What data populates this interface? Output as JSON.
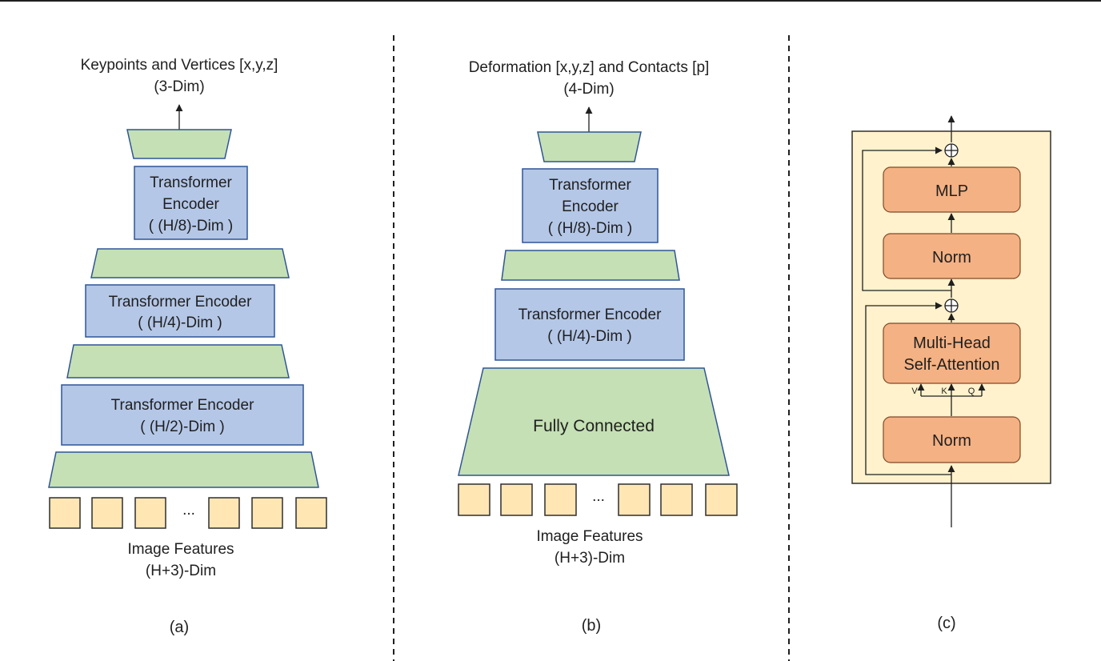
{
  "panel_a": {
    "output_title": "Keypoints and Vertices [x,y,z]",
    "output_dim": "(3-Dim)",
    "enc_top": [
      "Transformer",
      "Encoder",
      "( (H/8)-Dim )"
    ],
    "enc_mid": [
      "Transformer Encoder",
      "( (H/4)-Dim )"
    ],
    "enc_bot": [
      "Transformer Encoder",
      "( (H/2)-Dim )"
    ],
    "ellipsis": "...",
    "input_label": "Image Features",
    "input_dim": "(H+3)-Dim",
    "caption": "(a)"
  },
  "panel_b": {
    "output_title": "Deformation [x,y,z] and Contacts [p]",
    "output_dim": "(4-Dim)",
    "enc_top": [
      "Transformer",
      "Encoder",
      "( (H/8)-Dim )"
    ],
    "enc_mid": [
      "Transformer Encoder",
      "( (H/4)-Dim )"
    ],
    "fc_label": "Fully Connected",
    "ellipsis": "...",
    "input_label": "Image Features",
    "input_dim": "(H+3)-Dim",
    "caption": "(b)"
  },
  "panel_c": {
    "mlp_label": "MLP",
    "norm_top_label": "Norm",
    "attn_label": [
      "Multi-Head",
      "Self-Attention"
    ],
    "norm_bottom_label": "Norm",
    "v_label": "V",
    "k_label": "K",
    "q_label": "Q",
    "caption": "(c)"
  },
  "colors": {
    "encoder_fill": "#b4c7e7",
    "encoder_stroke": "#2f5597",
    "linear_fill": "#c5e0b4",
    "feature_fill": "#ffe6b3",
    "block_background": "#fff2cc",
    "block_fill": "#f4b183"
  }
}
